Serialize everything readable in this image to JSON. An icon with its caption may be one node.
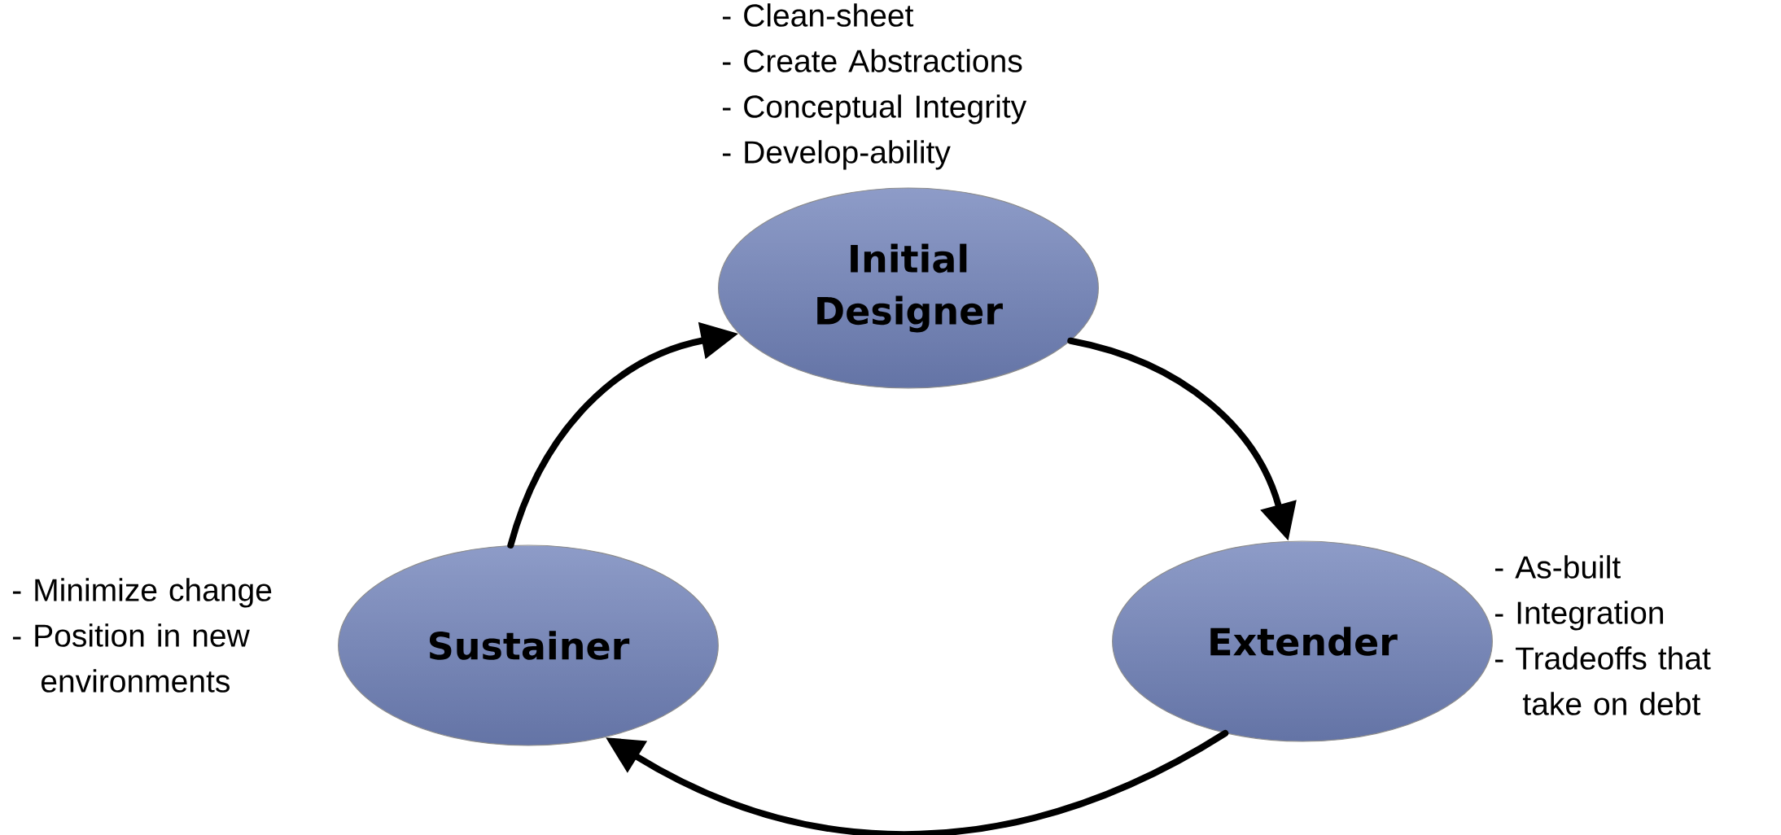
{
  "diagram": {
    "nodes": [
      {
        "text": [
          "Initial Designer"
        ],
        "beside": [
          "- Clean-sheet",
          "- Create Abstractions",
          "- Conceptual Integrity",
          "- Develop-ability"
        ]
      },
      {
        "text": [
          "Extender"
        ],
        "beside": [
          "- As-built",
          "- Integration",
          "- Tradeoffs that take on debt"
        ]
      },
      {
        "text": [
          "Sustainer"
        ],
        "beside": [
          "- Minimize change",
          "- Position in new environments"
        ]
      }
    ],
    "edges": [
      {
        "from": 0,
        "to": 1,
        "arrow": "to"
      },
      {
        "from": 1,
        "to": 2,
        "arrow": "to"
      },
      {
        "from": 2,
        "to": 0,
        "arrow": "to"
      }
    ]
  }
}
